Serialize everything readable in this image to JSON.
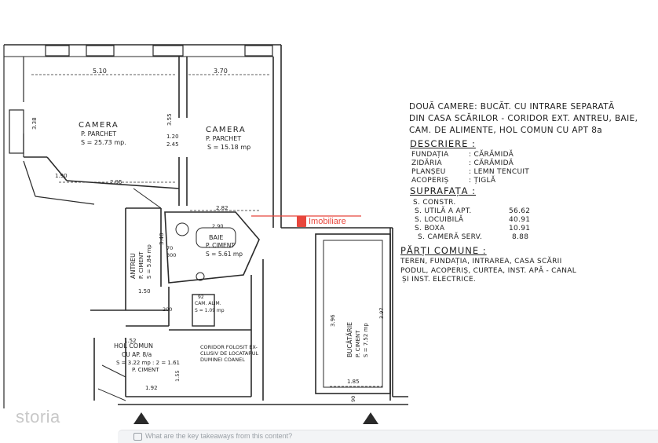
{
  "notes": {
    "title_lines": [
      "DOUĂ CAMERE: BUCĂT. CU INTRARE SEPARATĂ",
      "DIN CASA SCĂRILOR - CORIDOR EXT. ANTREU, BAIE,",
      "CAM. DE ALIMENTE, HOL COMUN CU APT 8a"
    ],
    "descriere": {
      "heading": "DESCRIERE :",
      "rows": [
        {
          "label": "FUNDAȚIA",
          "value": ": CĂRĂMIDĂ"
        },
        {
          "label": "ZIDĂRIA",
          "value": ": CĂRĂMIDĂ"
        },
        {
          "label": "PLANȘEU",
          "value": ": LEMN TENCUIT"
        },
        {
          "label": "ACOPERIȘ",
          "value": ": ȚIGLĂ"
        }
      ]
    },
    "suprafata": {
      "heading": "SUPRAFAȚA :",
      "rows": [
        {
          "label": "S. CONSTR.",
          "value": ""
        },
        {
          "label": "S. UTILĂ A APT.",
          "value": "56.62"
        },
        {
          "label": "S. LOCUIBILĂ",
          "value": "40.91"
        },
        {
          "label": "S. BOXA",
          "value": "10.91"
        },
        {
          "label": "S. CAMERĂ SERV.",
          "value": "8.88"
        }
      ]
    },
    "parti_comune": {
      "heading": "PĂRȚI COMUNE :",
      "lines": [
        "TEREN, FUNDAȚIA, INTRAREA, CASA SCĂRII",
        "PODUL, ACOPERIȘ, CURTEA, INST. APĂ - CANAL",
        "ȘI INST. ELECTRICE."
      ]
    }
  },
  "rooms": {
    "camera1": {
      "name": "CAMERA",
      "floor": "P. PARCHET",
      "area": "S = 25.73 mp."
    },
    "camera2": {
      "name": "CAMERA",
      "floor": "P. PARCHET",
      "area": "S = 15.18 mp"
    },
    "baie": {
      "name": "BAIE",
      "floor": "P. CIMENT",
      "area": "S = 5.61 mp"
    },
    "antreu": {
      "name": "ANTREU",
      "floor": "P. CIMENT",
      "area": "S = 5.84 mp"
    },
    "hol": {
      "name": "HOL COMUN",
      "sub": "CU AP. 8/a",
      "area": "S = 3.22 mp : 2 = 1.61",
      "floor": "P. CIMENT"
    },
    "coridor": {
      "lines": [
        "CORIDOR FOLOSIT EX-",
        "CLUSIV DE LOCATARUL",
        "DUMINEI COANEL"
      ]
    },
    "bucatarie": {
      "name": "BUCĂTĂRIE",
      "floor": "P. CIMENT",
      "area": "S = 7.52 mp"
    },
    "alimente": {
      "name": "CAM. ALIM.",
      "area": "S = 1.09 mp"
    }
  },
  "dimensions": {
    "d510": "5.10",
    "d370": "3.70",
    "d338": "3.38",
    "d355": "3.55",
    "d120": "1.20",
    "d245": "2.45",
    "d190": "1.90",
    "d295": "2.95",
    "d282": "2.82",
    "d340": "3.40",
    "d290": "2.90",
    "d70": "70",
    "d300": "300",
    "d150": "1.50",
    "d200": "200",
    "d152": "1.52",
    "d192": "1.92",
    "d155": "1.55",
    "d396": "3.96",
    "d397": "3.97",
    "d185": "1.85",
    "d90": "90",
    "d92": "92"
  },
  "watermark": {
    "text": "Imobiliare",
    "color": "#e8463c"
  },
  "brand": "storia",
  "prompt": "What are the key takeaways from this content?"
}
